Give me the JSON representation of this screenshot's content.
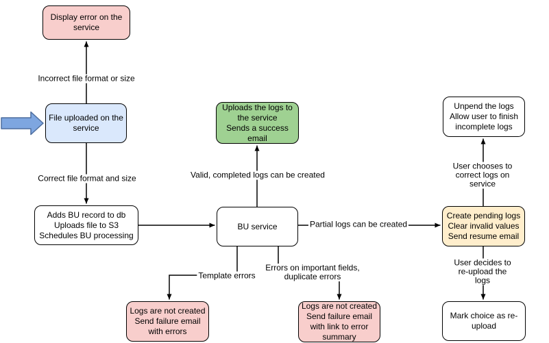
{
  "colors": {
    "pink": "#f8cecc",
    "blue": "#dae8fc",
    "green": "#9fd192",
    "yellow": "#ffeecc",
    "white": "#ffffff",
    "start_arrow_fill": "#7ea6e0",
    "start_arrow_stroke": "#4d6d9e",
    "line": "#000000"
  },
  "nodes": {
    "display_error": "Display error on the\nservice",
    "file_uploaded": "File uploaded on the\nservice",
    "adds_bu_record": "Adds BU record to db\nUploads file to S3\nSchedules BU processing",
    "uploads_logs": "Uploads the logs to\nthe service\nSends a success\nemail",
    "bu_service": "BU service",
    "create_pending": "Create pending logs\nClear invalid values\nSend resume email",
    "unpend_logs": "Unpend the logs\nAllow user to finish\nincomplete logs",
    "mark_choice": "Mark choice as re-\nupload",
    "logs_not_created_errors": "Logs are not created\nSend failure email\nwith errors",
    "logs_not_created_summary": "Logs are not created\nSend failure email\nwith link to error\nsummary"
  },
  "edge_labels": {
    "incorrect": "Incorrect file format or size",
    "correct": "Correct file format and size",
    "valid": "Valid, completed logs can be created",
    "partial": "Partial logs can be created",
    "user_chooses": "User chooses to correct logs on service",
    "user_decides": "User decides to re-upload the logs",
    "template": "Template errors",
    "important": "Errors on important fields,\nduplicate errors"
  }
}
